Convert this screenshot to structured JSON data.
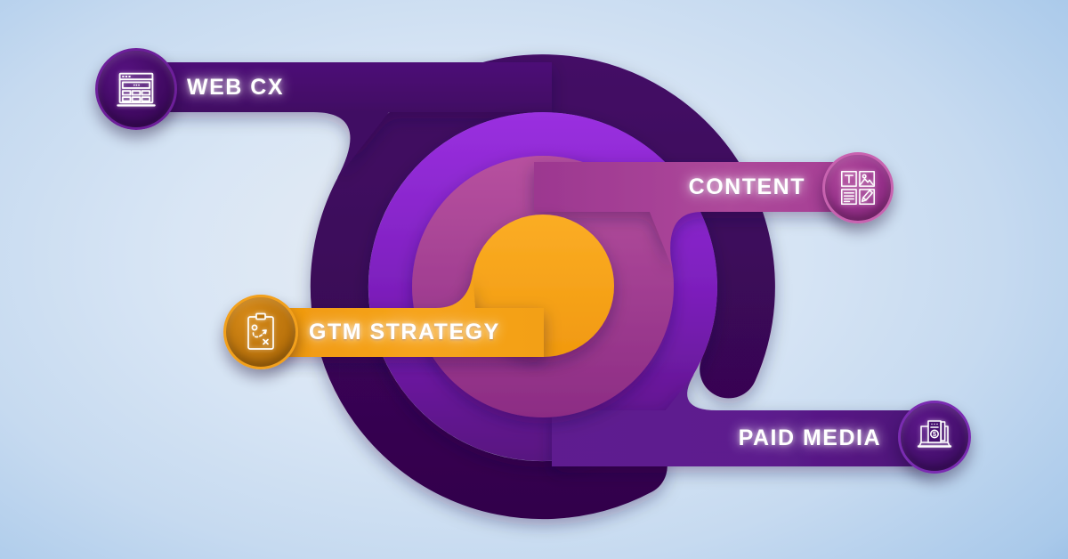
{
  "diagram": {
    "title": "marketing services spiral diagram",
    "background": {
      "center": "#e9edf2",
      "edge": "#8fb6e2"
    },
    "rings": [
      {
        "name": "outer-ring",
        "color": "#42085f"
      },
      {
        "name": "second-ring",
        "color": "#8a24c9"
      },
      {
        "name": "third-ring",
        "color": "#a83d96"
      },
      {
        "name": "core-circle",
        "color": "#f8a61e"
      }
    ],
    "arms": [
      {
        "id": "web-cx",
        "label": "WEB CX",
        "icon": "browser-wireframe-icon",
        "color": "#480c6e",
        "position": "top-left"
      },
      {
        "id": "content",
        "label": "CONTENT",
        "icon": "text-image-editor-grid-icon",
        "color": "#a63d94",
        "position": "right"
      },
      {
        "id": "gtm-strategy",
        "label": "GTM STRATEGY",
        "icon": "strategy-clipboard-icon",
        "color": "#f29d12",
        "position": "left"
      },
      {
        "id": "paid-media",
        "label": "PAID MEDIA",
        "icon": "laptop-invoice-icon",
        "color": "#581b85",
        "position": "bottom-right"
      }
    ]
  }
}
